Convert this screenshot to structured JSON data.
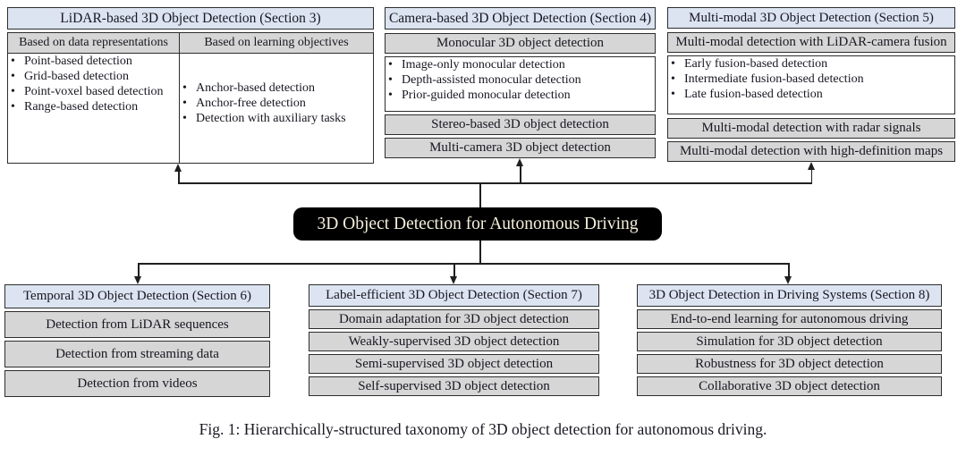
{
  "top_boxes": [
    {
      "title": "LiDAR-based 3D Object Detection (Section 3)",
      "columns": [
        {
          "header": "Based on data representations",
          "items": [
            "Point-based detection",
            "Grid-based detection",
            "Point-voxel based detection",
            "Range-based detection"
          ]
        },
        {
          "header": "Based on learning objectives",
          "items": [
            "Anchor-based detection",
            "Anchor-free detection",
            "Detection with auxiliary tasks"
          ]
        }
      ]
    },
    {
      "title": "Camera-based 3D Object Detection (Section 4)",
      "top_bar": "Monocular 3D object detection",
      "bullets": [
        "Image-only monocular detection",
        "Depth-assisted monocular detection",
        "Prior-guided monocular detection"
      ],
      "bottom_bars": [
        "Stereo-based 3D object detection",
        "Multi-camera 3D object detection"
      ]
    },
    {
      "title": "Multi-modal 3D Object Detection (Section 5)",
      "top_bar": "Multi-modal detection with LiDAR-camera fusion",
      "bullets": [
        "Early fusion-based detection",
        "Intermediate fusion-based detection",
        "Late fusion-based detection"
      ],
      "bottom_bars": [
        "Multi-modal detection with radar signals",
        "Multi-modal detection with high-definition maps"
      ]
    }
  ],
  "root": {
    "label": "3D Object Detection for Autonomous Driving"
  },
  "bottom_boxes": [
    {
      "title": "Temporal 3D Object Detection (Section 6)",
      "rows": [
        "Detection from LiDAR sequences",
        "Detection from streaming data",
        "Detection from videos"
      ]
    },
    {
      "title": "Label-efficient 3D Object Detection (Section 7)",
      "rows": [
        "Domain adaptation for 3D object detection",
        "Weakly-supervised 3D object detection",
        "Semi-supervised 3D object detection",
        "Self-supervised 3D object detection"
      ]
    },
    {
      "title": "3D Object Detection in Driving Systems (Section 8)",
      "rows": [
        "End-to-end learning for autonomous driving",
        "Simulation for 3D object detection",
        "Robustness for 3D object detection",
        "Collaborative 3D object detection"
      ]
    }
  ],
  "caption": {
    "text": "Fig. 1: Hierarchically-structured taxonomy of 3D object detection for autonomous driving."
  },
  "colors": {
    "header_fill": "#dce4f1",
    "row_fill": "#d6d6d6",
    "line": "#1f1f1f",
    "root_fill": "#000000",
    "root_text": "#f5efdc"
  }
}
